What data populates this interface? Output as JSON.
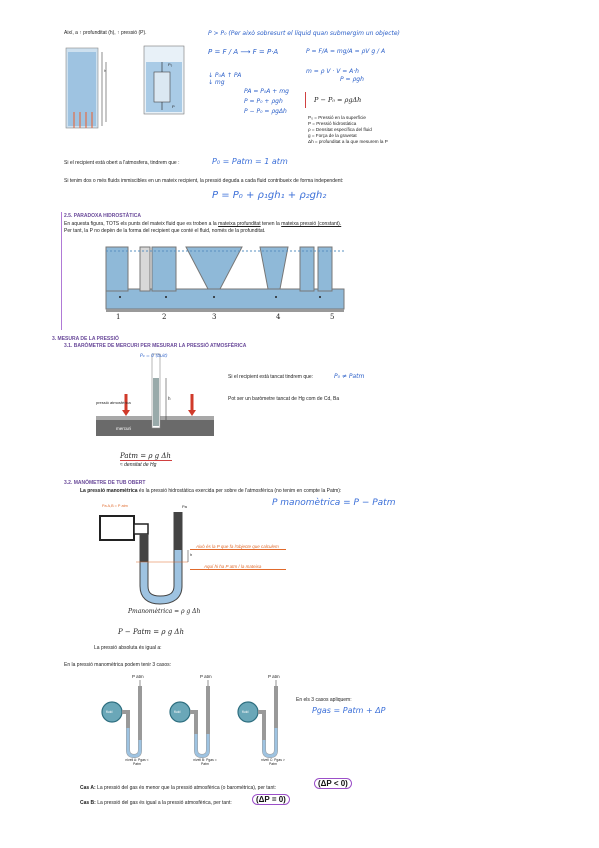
{
  "top": {
    "intro": "Així, a ↑ profunditat (h), ↑ pressió (P).",
    "hw_header": "P > P₀ (Per això sobresurt el líquid quan submergim un objecte)",
    "hw_eq1": "P = F / A  ⟶  F = P·A",
    "hw_eq2": "P = F/A = mg/A = ρV g / A",
    "hw_eq3": "m = ρ V  ·  V = A·h",
    "hw_eq4": "P = ρgh",
    "hw_forces": "↓ P₀A   ↑ PA   ↓ mg",
    "hw_balance": "PA = P₀A + mg",
    "hw_balance2": "P = P₀ + ρgh",
    "hw_balance3": "P − P₀ = ρgΔh",
    "boxed": "P − P₀ = ρgΔh",
    "legend": [
      "P₀ = Pressió en la superfície",
      "P = Pressió hidrostàtica",
      "ρ = Densitat específica del fluid",
      "g = Força de la gravetat",
      "Δh = profunditat a la que mesurem la P"
    ]
  },
  "atm": {
    "text": "Si el recipient està obert a l'atmosfera, tindrem que :",
    "formula": "P₀ = Patm = 1 atm"
  },
  "multi": {
    "text": "Si tenim dos o més fluids immiscibles en un mateix recipient, la pressió deguda a cada fluid contribueix de forma independent:",
    "formula": "P = P₀ + ρ₁gh₁ + ρ₂gh₂"
  },
  "paradox": {
    "heading": "2.5. PARADOXA HIDROSTÀTICA",
    "line1_a": "En aquesta figura, TOTS els punts del mateix fluid que es troben a la ",
    "line1_u1": "mateixa profunditat",
    "line1_b": " tenen la ",
    "line1_u2": "mateixa pressió (constant).",
    "line2": "Per tant, la P no depèn de la forma del recipient que conté el fluid, només de la profunditat.",
    "labels": [
      "1",
      "2",
      "3",
      "4",
      "5"
    ]
  },
  "section3": {
    "heading": "3.  MESURA DE LA PRESSIÓ",
    "sub1": "3.1. BARÒMETRE DE MERCURI PER MESURAR LA PRESSIÓ ATMOSFÈRICA",
    "baro_text1": "Si el recipient està tancat tindrem que:",
    "baro_hw1": "P₀  ≠ Patm",
    "baro_text2": "Pot ser un baròmetre tancat de Hg com de Cd, Ba",
    "baro_label_p0": "P₀ = 0 (buit)",
    "baro_label_h": "h",
    "baro_label_atm": "pressió atmosfèrica",
    "baro_label_hg": "mercuri",
    "baro_formula": "Patm = ρ g Δh",
    "baro_formula2": "≈ densitat de Hg",
    "sub2": "3.2. MANÒMETRE DE TUB OBERT",
    "mano_intro_b": "La pressió manomètrica",
    "mano_intro": " és la pressió hidrostàtica exercida per sobre de l'atmosfèrica (no tenim en compte la Patm):",
    "mano_hw": "P manomètrica = P − Patm",
    "mano_orange1": "Això és la P que fa l'objecte que calculem",
    "mano_orange2": "Aquí hi ha P atm / la mateixa",
    "mano_small1": "Pa  A,B = P atm",
    "mano_pa": "Pa",
    "mano_h": "h",
    "mano_formula1": "Pmanomètrica = ρ g Δh",
    "mano_formula2": "P − Patm = ρ g Δh",
    "mano_abs": "La pressió absoluta és igual a:",
    "cases_text": "En la pressió manomètrica podem tenir 3 casos:",
    "patm_labels": [
      "P atm",
      "P atm",
      "P atm"
    ],
    "fluid_labels": [
      "fluid",
      "fluid",
      "fluid"
    ],
    "case_captions": [
      "nivell A: Pgas < Patm",
      "nivell B: Pgas = Patm",
      "nivell C: Pgas > Patm"
    ],
    "three_cases_text": "En els 3 casos apliquem:",
    "three_cases_hw": "Pgas = Patm + ΔP",
    "caseA_b": "Cas A:",
    "caseA": " La pressió del gas és menor que la pressió atmosfèrica (o barométrica), per tant:",
    "caseA_hw": "(ΔP < 0)",
    "caseB_b": "Cas B:",
    "caseB": " La pressió del gas és igual a la pressió atmosfèrica, per tant:",
    "caseB_hw": "(ΔP = 0)"
  },
  "colors": {
    "handwriting": "#2b5fc8",
    "purple": "#8a3fa8",
    "orange": "#e06a2c",
    "water": "#a9cbe6"
  }
}
